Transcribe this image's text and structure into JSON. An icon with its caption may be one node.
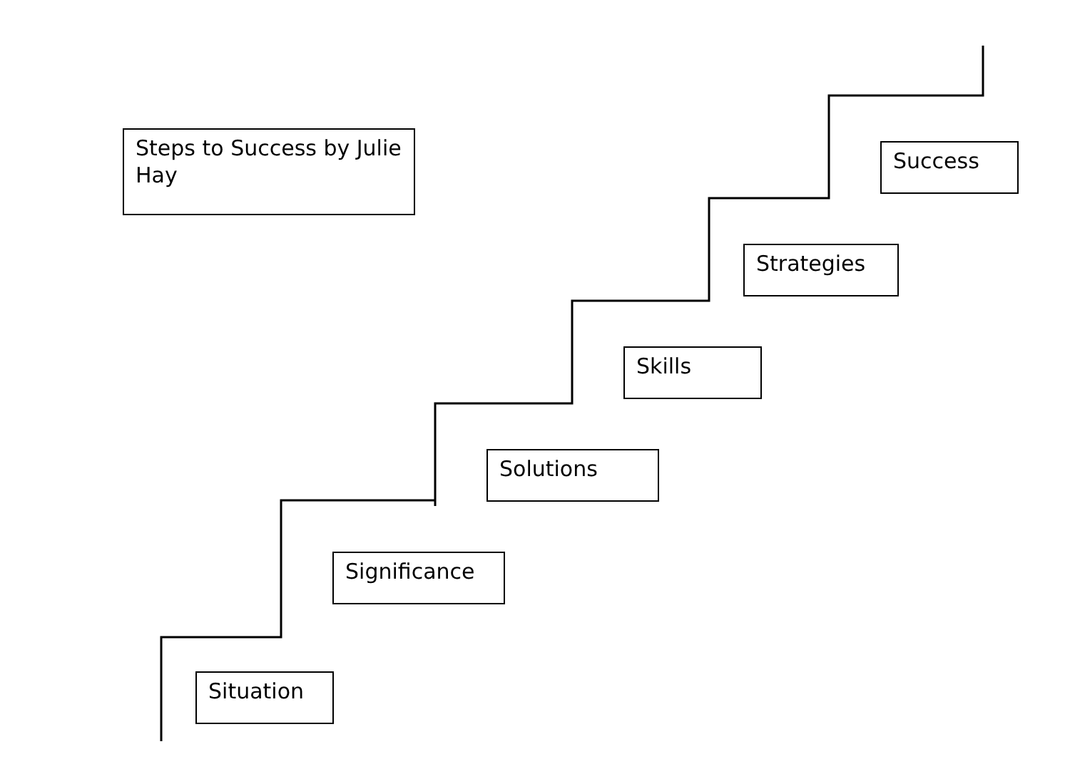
{
  "diagram": {
    "nodes": [
      {
        "text": [
          "Steps to Success by Julie Hay"
        ]
      },
      {
        "text": [
          "Success"
        ]
      },
      {
        "text": [
          "Strategies"
        ]
      },
      {
        "text": [
          "Skills"
        ]
      },
      {
        "text": [
          "Solutions"
        ]
      },
      {
        "text": [
          "Significance"
        ]
      },
      {
        "text": [
          "Situation"
        ]
      }
    ]
  }
}
